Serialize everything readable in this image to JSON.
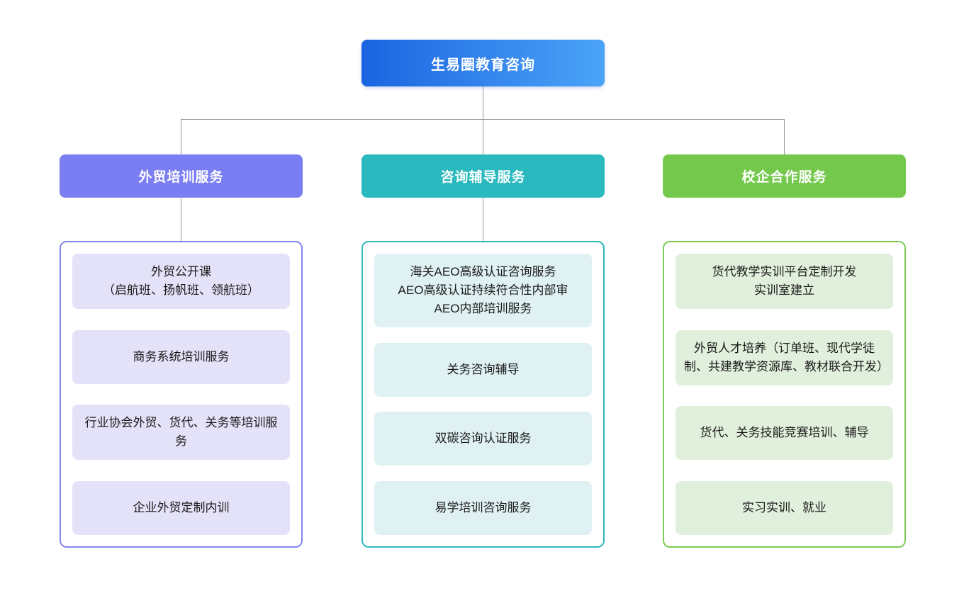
{
  "root": {
    "label": "生易圈教育咨询",
    "gradient_start": "#1a64e0",
    "gradient_end": "#4ba4f8"
  },
  "connector_color": "#8e969c",
  "columns": [
    {
      "header": "外贸培训服务",
      "accent": "#7b7df2",
      "border": "#8585f0",
      "light": "#e4e2f8",
      "items": [
        "外贸公开课\n（启航班、扬帆班、领航班）",
        "商务系统培训服务",
        "行业协会外贸、货代、关务等培训服务",
        "企业外贸定制内训"
      ]
    },
    {
      "header": "咨询辅导服务",
      "accent": "#29b9be",
      "border": "#2fb9be",
      "light": "#dff1f3",
      "items": [
        "海关AEO高级认证咨询服务\nAEO高级认证持续符合性内部审\nAEO内部培训服务",
        "关务咨询辅导",
        "双碳咨询认证服务",
        "易学培训咨询服务"
      ]
    },
    {
      "header": "校企合作服务",
      "accent": "#74c94c",
      "border": "#7ccb55",
      "light": "#e1f0dc",
      "items": [
        "货代教学实训平台定制开发\n实训室建立",
        "外贸人才培养（订单班、现代学徒制、共建教学资源库、教材联合开发）",
        "货代、关务技能竞赛培训、辅导",
        "实习实训、就业"
      ]
    }
  ]
}
